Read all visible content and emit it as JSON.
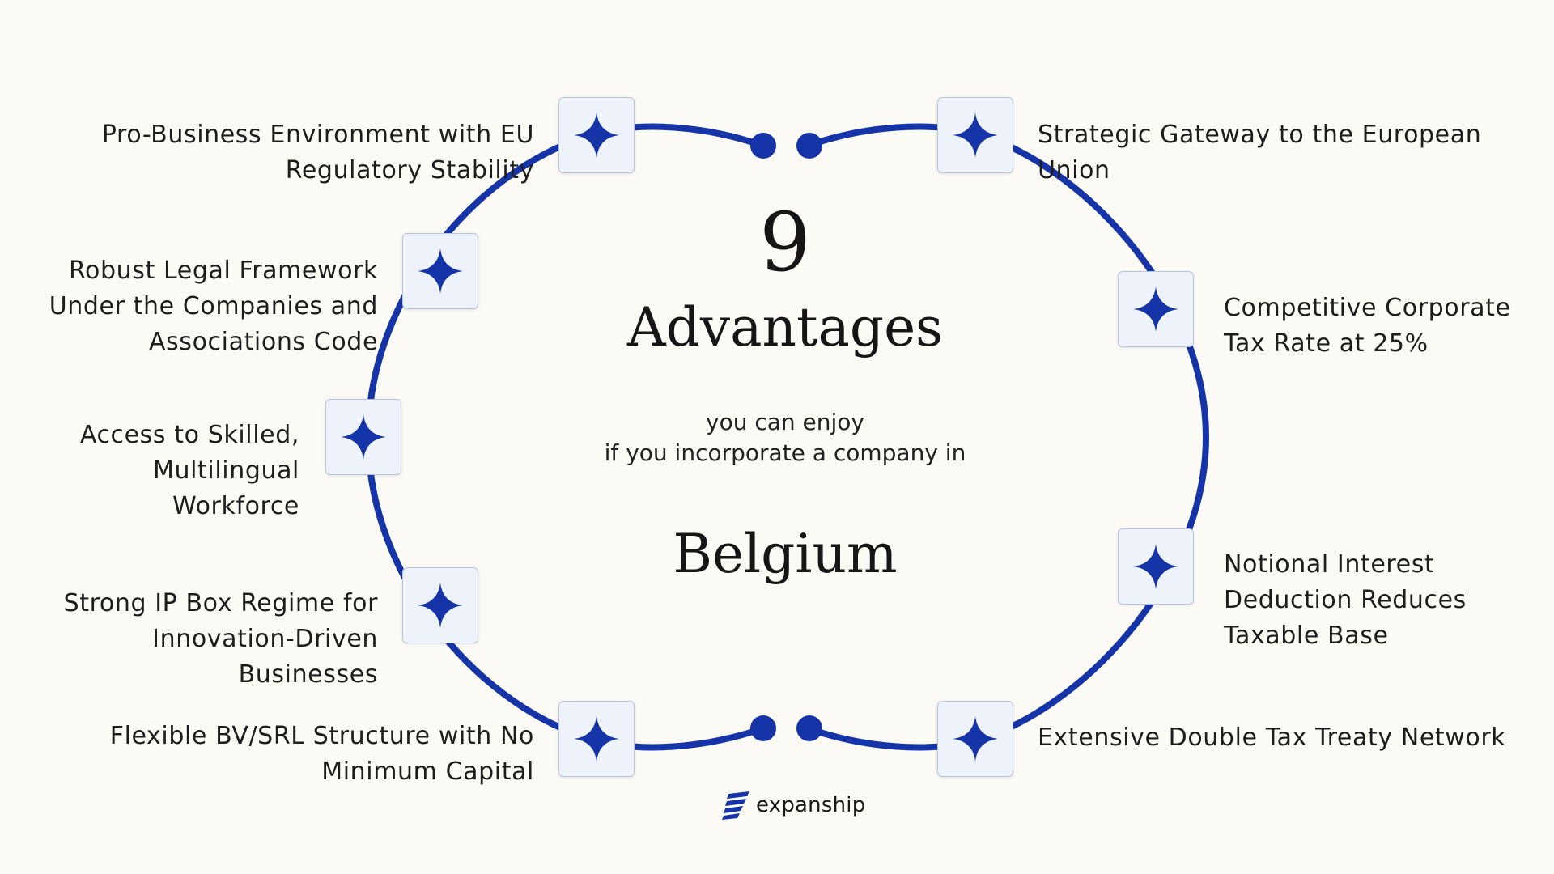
{
  "headline": {
    "number": "9",
    "word": "Advantages",
    "subline_1": "you can enjoy",
    "subline_2": "if you incorporate a company in",
    "country": "Belgium"
  },
  "advantages": [
    {
      "lines": [
        "Pro-Business Environment with EU",
        "Regulatory Stability"
      ]
    },
    {
      "lines": [
        "Robust Legal Framework",
        "Under the Companies and",
        "Associations Code"
      ]
    },
    {
      "lines": [
        "Access to Skilled,",
        "Multilingual",
        "Workforce"
      ]
    },
    {
      "lines": [
        "Strong IP Box Regime for",
        "Innovation-Driven",
        "Businesses"
      ]
    },
    {
      "lines": [
        "Flexible BV/SRL Structure with No",
        "Minimum Capital"
      ]
    },
    {
      "lines": [
        "Strategic Gateway to the European",
        "Union"
      ]
    },
    {
      "lines": [
        "Competitive Corporate",
        "Tax Rate at 25%"
      ]
    },
    {
      "lines": [
        "Notional Interest",
        "Deduction Reduces",
        "Taxable Base"
      ]
    },
    {
      "lines": [
        "Extensive Double Tax Treaty Network"
      ]
    }
  ],
  "brand": {
    "name": "expanship",
    "icon": "expanship-logo-icon"
  },
  "icons": {
    "node_icon": "four-point-star-icon"
  },
  "colors": {
    "accent": "#1534a8",
    "background": "#fcfaf4",
    "node_fill": "#eef2fb",
    "text": "#1d1d1d"
  }
}
